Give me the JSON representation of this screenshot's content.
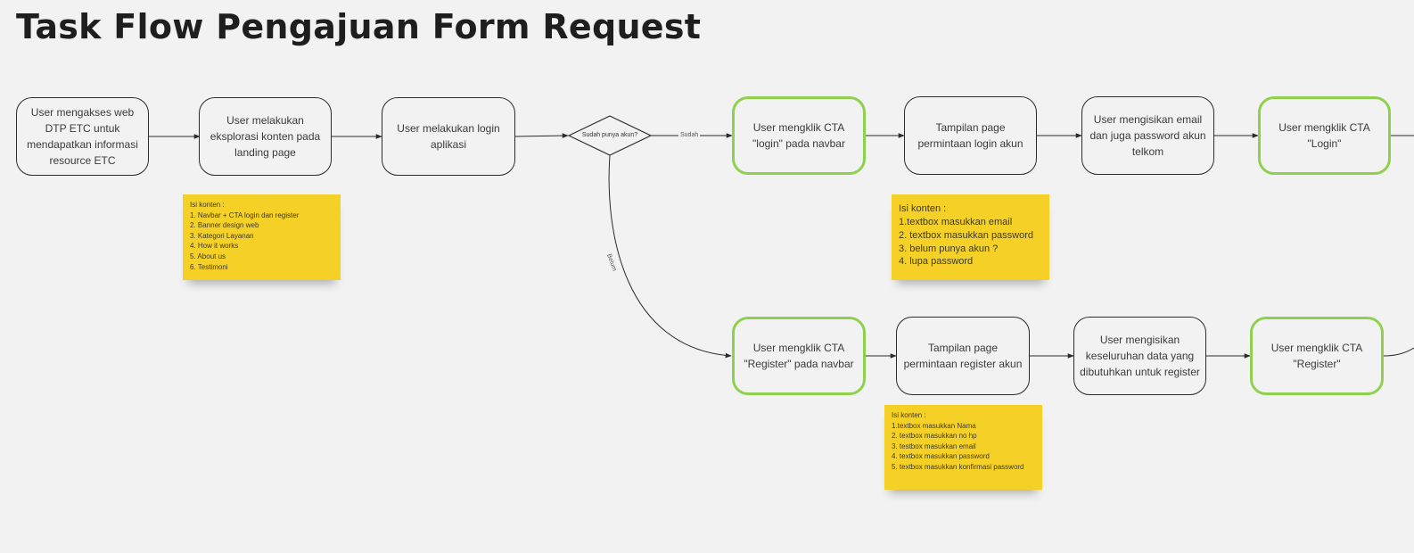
{
  "title": "Task Flow Pengajuan Form Request",
  "colors": {
    "background": "#f2f2f2",
    "green_border": "#8fd14f",
    "sticky_note": "#f5d128",
    "line": "#2b2b2b"
  },
  "nodes": {
    "n1": "User mengakses web DTP ETC untuk mendapatkan informasi resource ETC",
    "n2": "User melakukan eksplorasi konten pada landing page",
    "n3": "User melakukan login aplikasi",
    "n4": "User mengklik CTA \"login\" pada navbar",
    "n5": "Tampilan page permintaan login akun",
    "n6": "User mengisikan email dan juga password akun telkom",
    "n7": "User mengklik CTA \"Login\"",
    "r1": "User mengklik CTA \"Register\" pada navbar",
    "r2": "Tampilan page permintaan register akun",
    "r3": "User mengisikan keseluruhan data yang dibutuhkan untuk register",
    "r4": "User mengklik CTA \"Register\""
  },
  "decision": {
    "text": "Sudah punya akun?",
    "yes_label": "Sudah",
    "no_label": "Belum"
  },
  "notes": {
    "landing": {
      "heading": "Isi konten :",
      "items": [
        "1. Navbar + CTA login  dan register",
        "2. Banner design web",
        "3. Kategori Layanan",
        "4. How it works",
        "5. About us",
        "6. Testimoni"
      ]
    },
    "login": {
      "heading": "Isi konten :",
      "items": [
        "1.textbox masukkan email",
        "2. textbox masukkan password",
        "3. belum punya akun ?",
        "4. lupa password"
      ]
    },
    "register": {
      "heading": "Isi konten :",
      "items": [
        "1.textbox masukkan Nama",
        "2. textbox masukkan no hp",
        "3. testbox masukkan email",
        "4. textbox masukkan password",
        "5. textbox masukkan konfirmasi password"
      ]
    }
  }
}
